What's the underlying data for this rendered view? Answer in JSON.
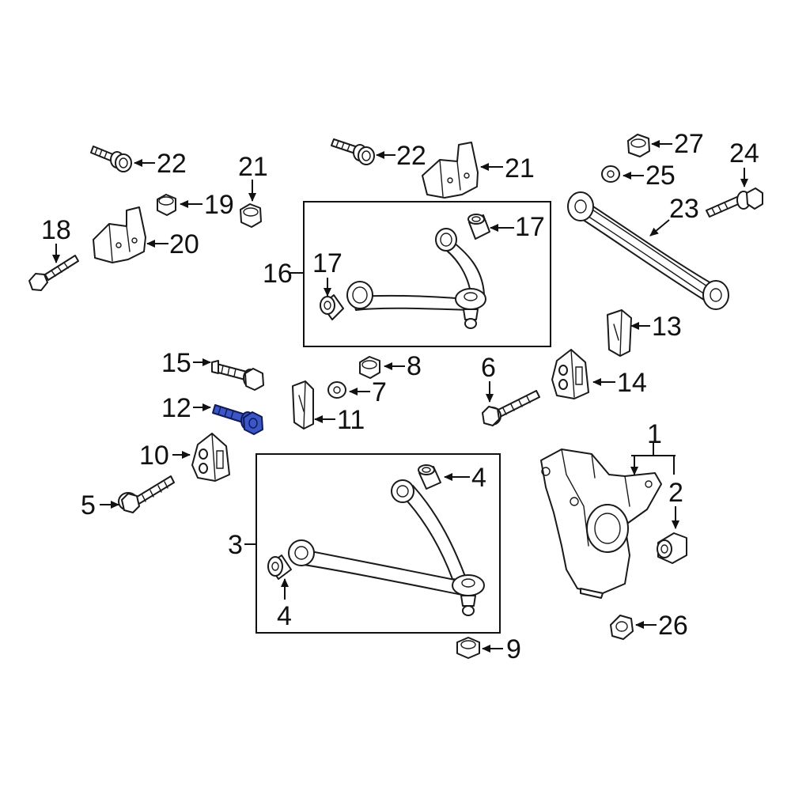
{
  "diagram": {
    "highlight_color": "#3a56c8",
    "line_color": "#111111",
    "callouts": {
      "c1": "1",
      "c2": "2",
      "c3": "3",
      "c4a": "4",
      "c4b": "4",
      "c5": "5",
      "c6": "6",
      "c7": "7",
      "c8": "8",
      "c9": "9",
      "c10": "10",
      "c11": "11",
      "c12": "12",
      "c13": "13",
      "c14": "14",
      "c15": "15",
      "c16": "16",
      "c17a": "17",
      "c17b": "17",
      "c18": "18",
      "c19": "19",
      "c20": "20",
      "c21a": "21",
      "c21b": "21",
      "c22a": "22",
      "c22b": "22",
      "c23": "23",
      "c24": "24",
      "c25": "25",
      "c26": "26",
      "c27": "27"
    }
  }
}
